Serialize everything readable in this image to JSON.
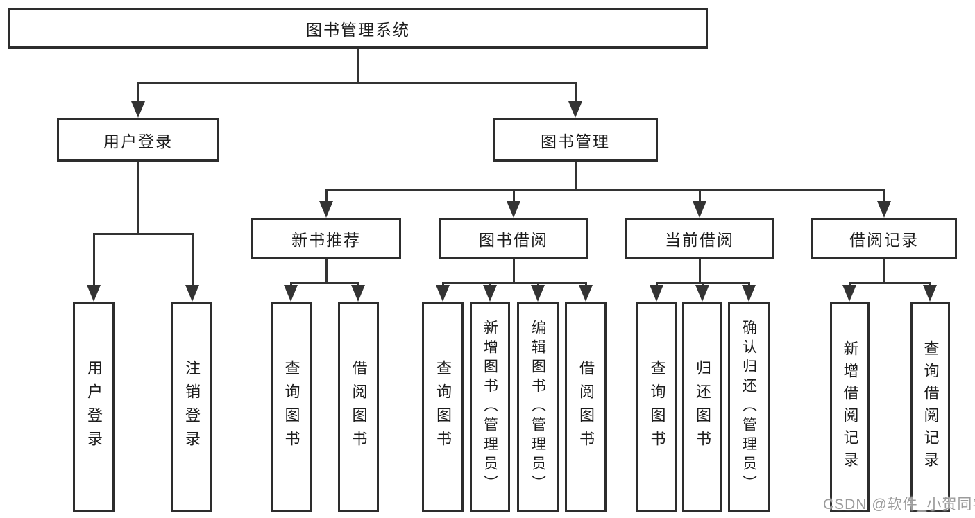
{
  "root": {
    "label": "图书管理系统"
  },
  "branches": {
    "user_login": {
      "label": "用户登录",
      "parent": "图书管理系统"
    },
    "book_mgmt": {
      "label": "图书管理",
      "parent": "图书管理系统"
    }
  },
  "modules": {
    "new_book_rec": {
      "label": "新书推荐",
      "parent": "图书管理"
    },
    "book_borrow": {
      "label": "图书借阅",
      "parent": "图书管理"
    },
    "current_borrow": {
      "label": "当前借阅",
      "parent": "图书管理"
    },
    "borrow_records": {
      "label": "借阅记录",
      "parent": "图书管理"
    }
  },
  "leaves": [
    {
      "label": "用户登录",
      "parent": "用户登录"
    },
    {
      "label": "注销登录",
      "parent": "用户登录"
    },
    {
      "label": "查询图书",
      "parent": "新书推荐"
    },
    {
      "label": "借阅图书",
      "parent": "新书推荐"
    },
    {
      "label": "查询图书",
      "parent": "图书借阅"
    },
    {
      "label": "新增图书（管理员）",
      "parent": "图书借阅"
    },
    {
      "label": "编辑图书（管理员）",
      "parent": "图书借阅"
    },
    {
      "label": "借阅图书",
      "parent": "图书借阅"
    },
    {
      "label": "查询图书",
      "parent": "当前借阅"
    },
    {
      "label": "归还图书",
      "parent": "当前借阅"
    },
    {
      "label": "确认归还（管理员）",
      "parent": "当前借阅"
    },
    {
      "label": "新增借阅记录",
      "parent": "借阅记录"
    },
    {
      "label": "查询借阅记录",
      "parent": "借阅记录"
    }
  ],
  "watermark": {
    "text": "CSDN @软件_小贺同学"
  },
  "colors": {
    "line": "#333333",
    "border": "#2d2d2d",
    "text": "#1c1c1c",
    "background": "#ffffff",
    "watermark": "#9b9b9b"
  }
}
